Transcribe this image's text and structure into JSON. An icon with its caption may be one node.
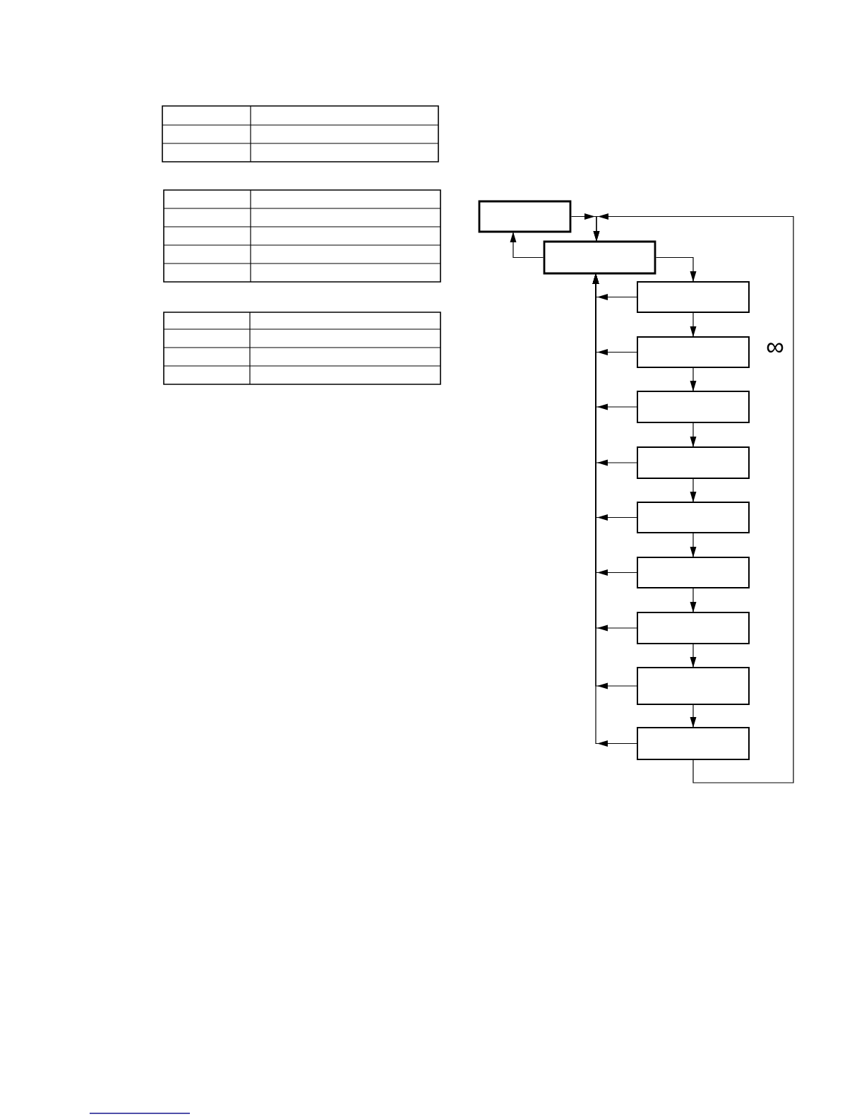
{
  "diagram": {
    "nodes": [
      {
        "text": [],
        "shape": "box"
      },
      {
        "text": [],
        "shape": "box"
      },
      {
        "text": [],
        "shape": "box"
      },
      {
        "text": [],
        "shape": "box"
      },
      {
        "text": [],
        "shape": "box"
      },
      {
        "text": [],
        "shape": "box"
      },
      {
        "text": [],
        "shape": "box"
      },
      {
        "text": [],
        "shape": "box"
      },
      {
        "text": [],
        "shape": "box"
      },
      {
        "text": [],
        "shape": "box"
      },
      {
        "text": [],
        "shape": "box"
      }
    ],
    "edges": [
      {
        "from": 0,
        "to": 1,
        "arrow": "to"
      },
      {
        "from": 1,
        "to": 0,
        "arrow": "to"
      },
      {
        "from": 1,
        "to": 2,
        "arrow": "to"
      },
      {
        "from": 2,
        "to": 3,
        "arrow": "to"
      },
      {
        "from": 3,
        "to": 4,
        "arrow": "to"
      },
      {
        "from": 4,
        "to": 5,
        "arrow": "to"
      },
      {
        "from": 5,
        "to": 6,
        "arrow": "to"
      },
      {
        "from": 6,
        "to": 7,
        "arrow": "to"
      },
      {
        "from": 7,
        "to": 8,
        "arrow": "to"
      },
      {
        "from": 8,
        "to": 9,
        "arrow": "to"
      },
      {
        "from": 9,
        "to": 10,
        "arrow": "to"
      },
      {
        "from": 2,
        "to": 1,
        "arrow": "to"
      },
      {
        "from": 3,
        "to": 1,
        "arrow": "to"
      },
      {
        "from": 4,
        "to": 1,
        "arrow": "to"
      },
      {
        "from": 5,
        "to": 1,
        "arrow": "to"
      },
      {
        "from": 6,
        "to": 1,
        "arrow": "to"
      },
      {
        "from": 7,
        "to": 1,
        "arrow": "to"
      },
      {
        "from": 8,
        "to": 1,
        "arrow": "to"
      },
      {
        "from": 9,
        "to": 1,
        "arrow": "to"
      },
      {
        "from": 10,
        "to": 1,
        "arrow": "to"
      },
      {
        "from": 10,
        "to": 1,
        "arrow": "to"
      }
    ],
    "labels": [
      "∞"
    ]
  }
}
